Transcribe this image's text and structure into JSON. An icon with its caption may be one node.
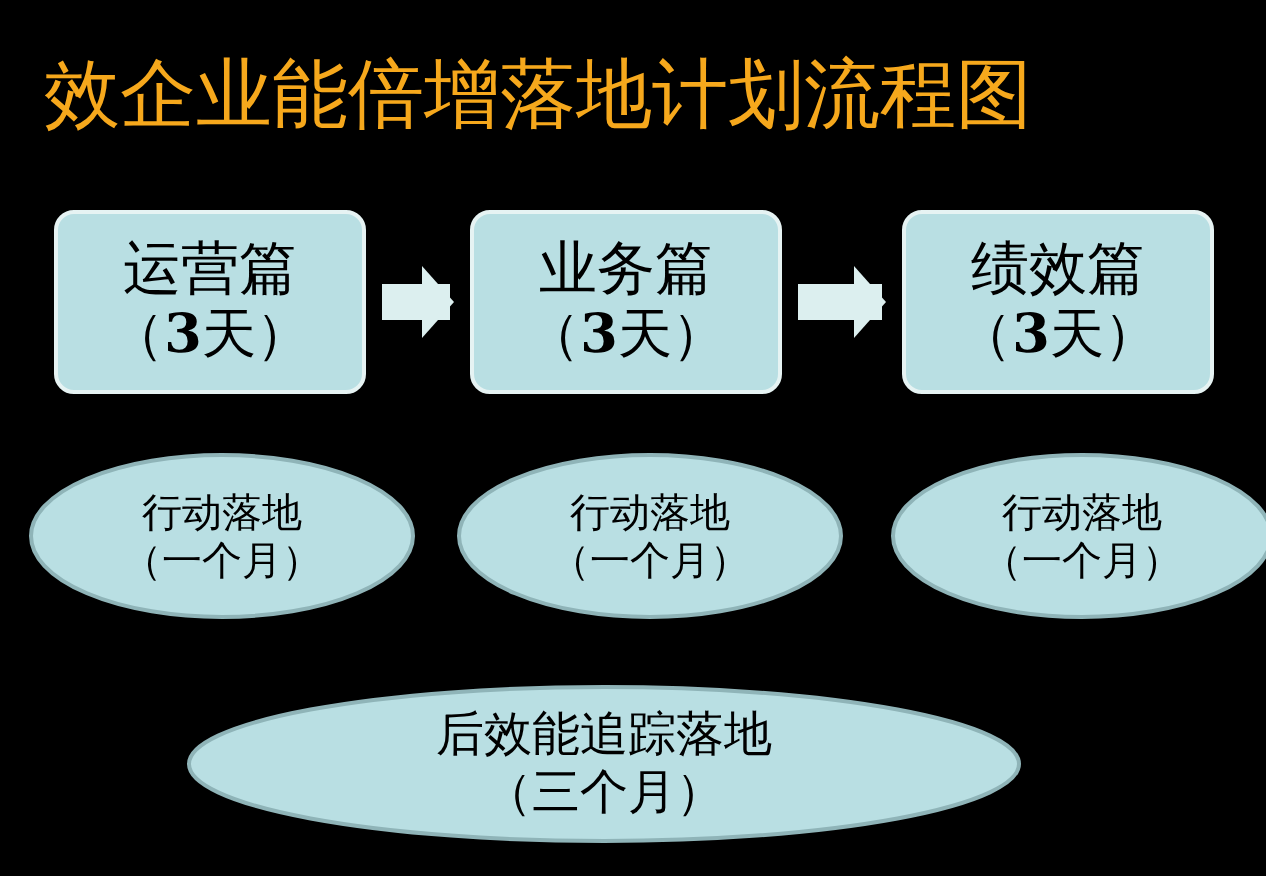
{
  "diagram": {
    "title": "效企业能倍增落地计划流程图",
    "nodes": [
      {
        "text": [
          "运营篇",
          "（**3**天）"
        ]
      },
      {
        "text": [
          "业务篇",
          "（**3**天）"
        ]
      },
      {
        "text": [
          "绩效篇",
          "（**3**天）"
        ]
      },
      {
        "text": [
          "行动落地",
          "（一个月）"
        ]
      },
      {
        "text": [
          "行动落地",
          "（一个月）"
        ]
      },
      {
        "text": [
          "行动落地",
          "（一个月）"
        ]
      },
      {
        "text": [
          "后效能追踪落地",
          "（三个月）"
        ]
      }
    ],
    "edges": [
      {
        "from": 0,
        "to": 1,
        "arrow": "to"
      },
      {
        "from": 1,
        "to": 2,
        "arrow": "to"
      }
    ]
  }
}
